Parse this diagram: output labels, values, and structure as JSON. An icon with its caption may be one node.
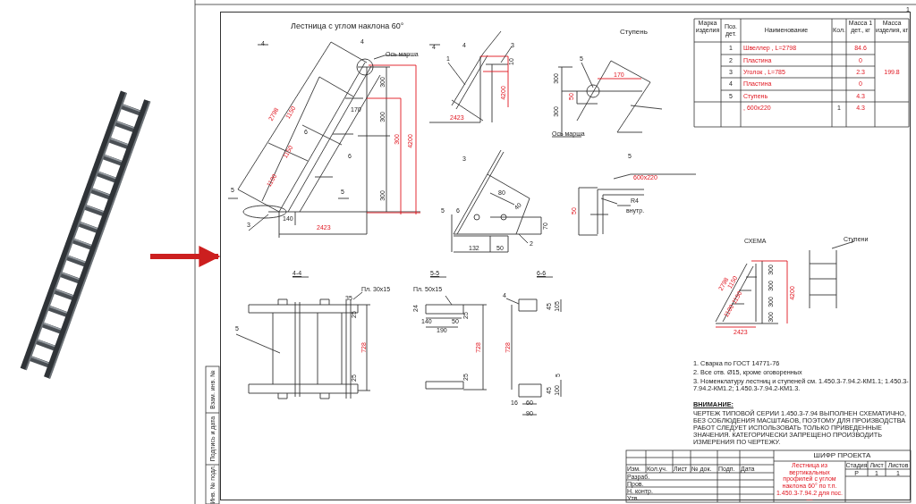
{
  "diagram": {
    "nodes": [
      {
        "text": [],
        "shape": "picture"
      },
      {
        "text": [],
        "shape": "picture"
      }
    ],
    "edges": [
      {
        "from": 0,
        "to": 1,
        "arrow": "to",
        "color": "#cc1f1f"
      }
    ],
    "labels": [
      "1",
      "Лестница с углом наклона 60°",
      "4",
      "4",
      "Ось марша",
      "4",
      "2798",
      "1150",
      "300",
      "170",
      "300",
      "6",
      "300",
      "4200",
      "1150",
      "6",
      "1100",
      "300",
      "5",
      "5",
      "3",
      "140",
      "2423",
      "4",
      "1",
      "3",
      "10",
      "4200",
      "2423",
      "Ступень",
      "5",
      "300",
      "170",
      "50",
      "300",
      "Ось марша",
      "3",
      "80",
      "40",
      "5",
      "6",
      "70",
      "132",
      "50",
      "2",
      "5",
      "600x220",
      "R4",
      "внутр.",
      "50",
      "Марка изделия",
      "Поз. дет.",
      "Наименование",
      "Кол.",
      "Масса 1 дет., кг",
      "Масса изделия, кг",
      "1",
      "Швеллер , L=2798",
      "84.6",
      "199.8",
      "2",
      "Пластина",
      "0",
      "3",
      "Уголок , L=785",
      "2.3",
      "4",
      "Пластина",
      "0",
      "5",
      "Ступень",
      "4.3",
      ", 600x220",
      "1",
      "4.3",
      "СХЕМА",
      "Ступени",
      "2798",
      "1150",
      "1150",
      "1100",
      "300",
      "300",
      "300",
      "300",
      "4200",
      "2423",
      "4-4",
      "Пл. 30х15",
      "35",
      "25",
      "5",
      "728",
      "25",
      "5-5",
      "Пл. 50х15",
      "24",
      "140",
      "50",
      "25",
      "190",
      "728",
      "25",
      "6-6",
      "4",
      "45",
      "105",
      "728",
      "5",
      "45",
      "100",
      "16",
      "60",
      "90",
      "1. Сварка по ГОСТ 14771-76",
      "2. Все отв. Ø15, кроме оговоренных",
      "3. Номенклатуру лестниц и ступеней см. 1.450.3-7.94.2-КМ1.1; 1.450.3-7.94.2-КМ1.2; 1.450.3-7.94.2-КМ1.3.",
      "ВНИМАНИЕ:",
      "ЧЕРТЕЖ ТИПОВОЙ СЕРИИ 1.450.3-7.94 ВЫПОЛНЕН СХЕМАТИЧНО, БЕЗ СОБЛЮДЕНИЯ МАСШТАБОВ, ПОЭТОМУ ДЛЯ ПРОИЗВОДСТВА РАБОТ СЛЕДУЕТ ИСПОЛЬЗОВАТЬ ТОЛЬКО ПРИВЕДЕННЫЕ ЗНАЧЕНИЯ. КАТЕГОРИЧЕСКИ ЗАПРЕЩЕНО ПРОИЗВОДИТЬ ИЗМЕРЕНИЯ ПО ЧЕРТЕЖУ.",
      "ШИФР ПРОЕКТА",
      "Изм.",
      "Кол.уч.",
      "Лист",
      "№ док.",
      "Подп.",
      "Дата",
      "Разраб.",
      "Пров.",
      "Н. контр.",
      "Утв.",
      "Лестница из вертикальных профилей с углом наклона 60° по т.п. 1.450.3-7.94.2 для пос. —",
      "Стадия",
      "Лист",
      "Листов",
      "Р",
      "1",
      "1",
      "Взам. инв. №",
      "Подпись и дата",
      "Инв. № подл."
    ]
  }
}
